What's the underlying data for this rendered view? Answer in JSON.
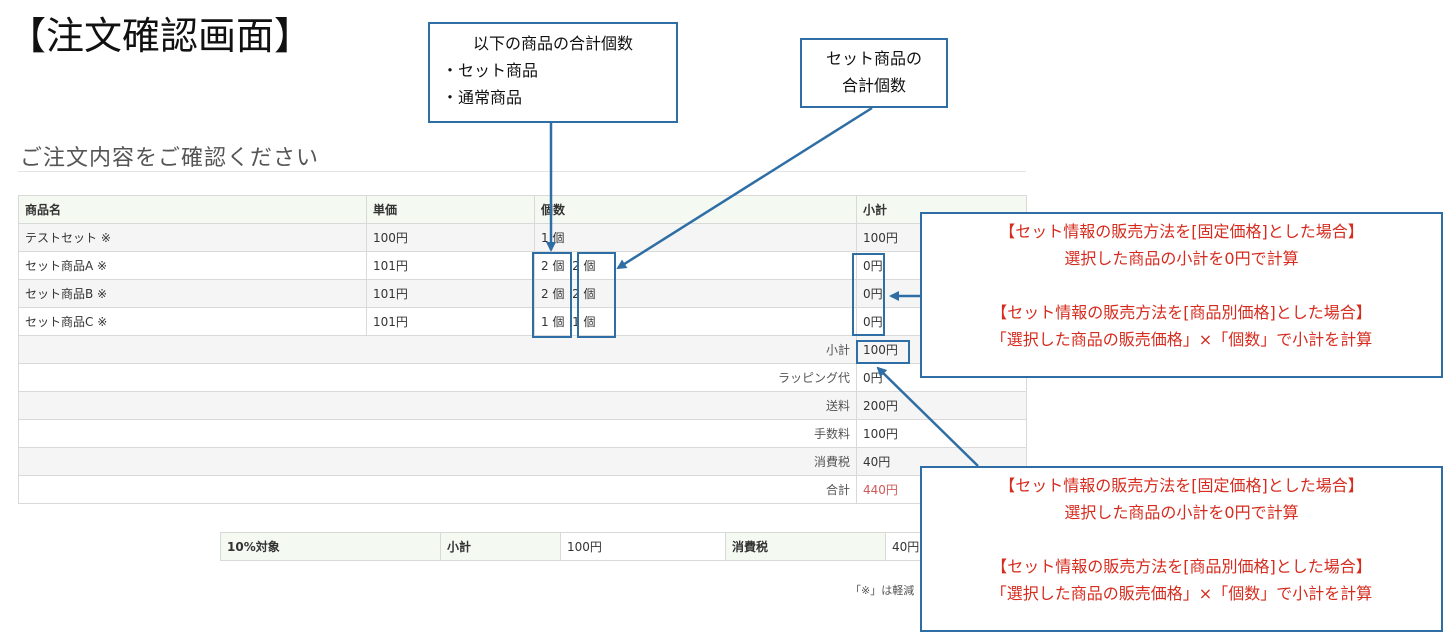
{
  "page_heading": "【注文確認画面】",
  "section_title": "ご注文内容をご確認ください",
  "order_table": {
    "headers": [
      "商品名",
      "単価",
      "個数",
      "小計"
    ],
    "rows": [
      {
        "name": "テストセット ※",
        "price": "100円",
        "qty": "1 個",
        "subtotal": "100円"
      },
      {
        "name": "セット商品A ※",
        "price": "101円",
        "qty": "2 個",
        "qty_set": "2 個",
        "subtotal": "0円"
      },
      {
        "name": "セット商品B ※",
        "price": "101円",
        "qty": "2 個",
        "qty_set": "2 個",
        "subtotal": "0円"
      },
      {
        "name": "セット商品C ※",
        "price": "101円",
        "qty": "1 個",
        "qty_set": "1 個",
        "subtotal": "0円"
      }
    ],
    "summary": [
      {
        "label": "小計",
        "value": "100円"
      },
      {
        "label": "ラッピング代",
        "value": "0円"
      },
      {
        "label": "送料",
        "value": "200円"
      },
      {
        "label": "手数料",
        "value": "100円"
      },
      {
        "label": "消費税",
        "value": "40円"
      },
      {
        "label": "合計",
        "value": "440円"
      }
    ]
  },
  "tax_table": {
    "target": "10%対象",
    "subtotal_label": "小計",
    "subtotal_value": "100円",
    "tax_label": "消費税",
    "tax_value": "40円"
  },
  "footnote": "「※」は軽減",
  "callouts": {
    "total_qty": {
      "lines": [
        "以下の商品の合計個数",
        "・セット商品",
        "・通常商品"
      ]
    },
    "set_qty": {
      "lines": [
        "セット商品の",
        "合計個数"
      ]
    },
    "subtotal_note": {
      "lines": [
        "【セット情報の販売方法を[固定価格]とした場合】",
        "選択した商品の小計を0円で計算",
        "",
        "【セット情報の販売方法を[商品別価格]とした場合】",
        "「選択した商品の販売価格」×「個数」で小計を計算"
      ]
    },
    "sum_note": {
      "lines": [
        "【セット情報の販売方法を[固定価格]とした場合】",
        "選択した商品の小計を0円で計算",
        "",
        "【セット情報の販売方法を[商品別価格]とした場合】",
        "「選択した商品の販売価格」×「個数」で小計を計算"
      ]
    }
  },
  "colors": {
    "annotation_border": "#2e6ea5",
    "annotation_red_text": "#d62b1e",
    "total_text": "#d05a5a",
    "header_bg": "#f4faf2"
  }
}
